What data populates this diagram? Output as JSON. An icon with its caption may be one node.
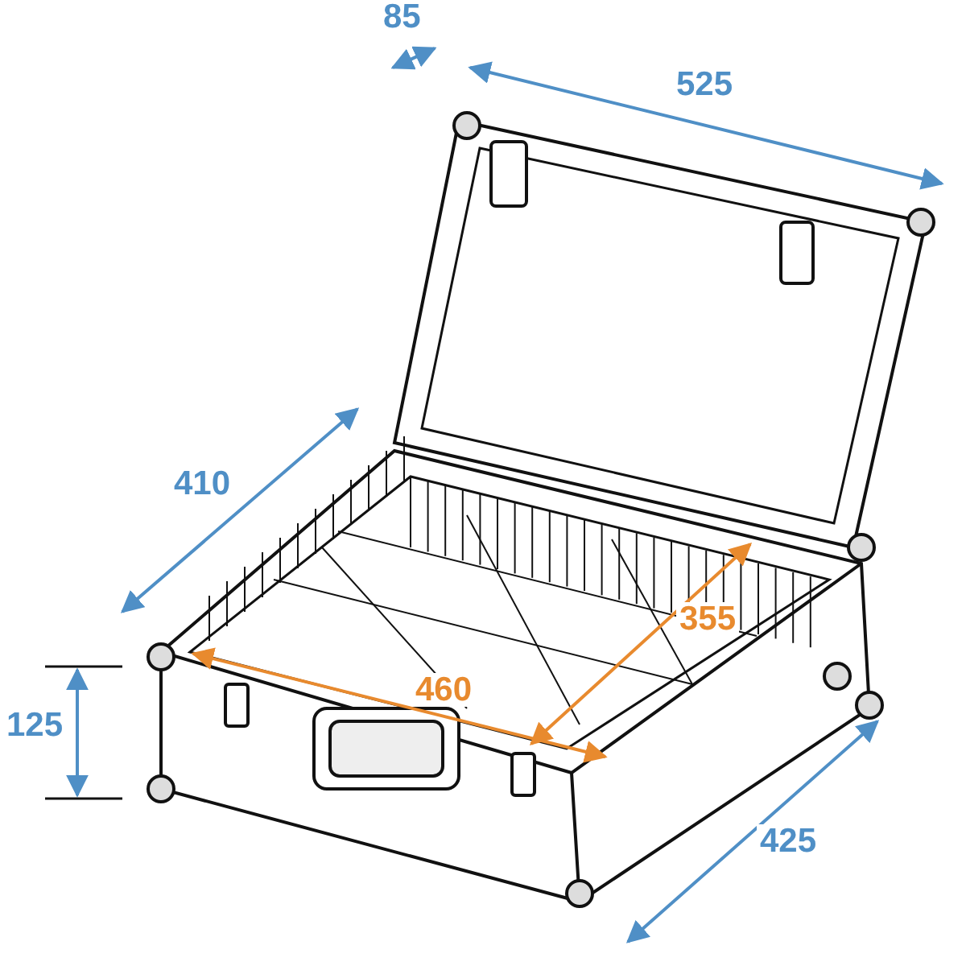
{
  "diagram": {
    "labels": [
      "85",
      "525",
      "410",
      "355",
      "125",
      "460",
      "425"
    ]
  }
}
